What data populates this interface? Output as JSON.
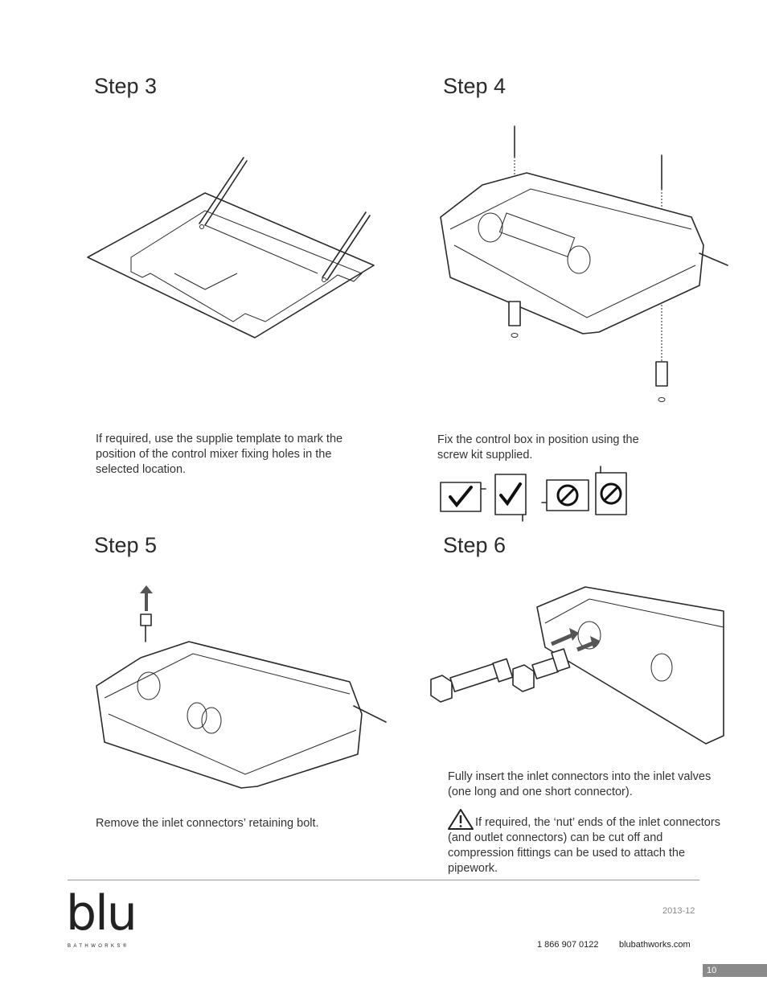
{
  "step3": {
    "title": "Step 3",
    "text": "If required, use the supplie template to mark the position of the control mixer fixing holes in the selected location."
  },
  "step4": {
    "title": "Step 4",
    "text": "Fix the control box in position using the screw kit supplied."
  },
  "step5": {
    "title": "Step 5",
    "text": "Remove the inlet connectors’ retaining bolt."
  },
  "step6": {
    "title": "Step 6",
    "text": "Fully insert the inlet connectors into the inlet valves (one long and one short connector).",
    "warning": "If required, the ‘nut’ ends of the inlet connectors (and outlet connectors) can be cut off and compression fittings can be used to attach the pipework."
  },
  "footer": {
    "logo": "blu",
    "logo_sub": "BATHWORKS®",
    "date": "2013-12",
    "phone": "1 866 907 0122",
    "website": "blubathworks.com",
    "page_number": "10"
  },
  "icons": {
    "warning": "warning-triangle-icon",
    "check": "checkmark-icon",
    "prohibited": "prohibited-icon"
  }
}
